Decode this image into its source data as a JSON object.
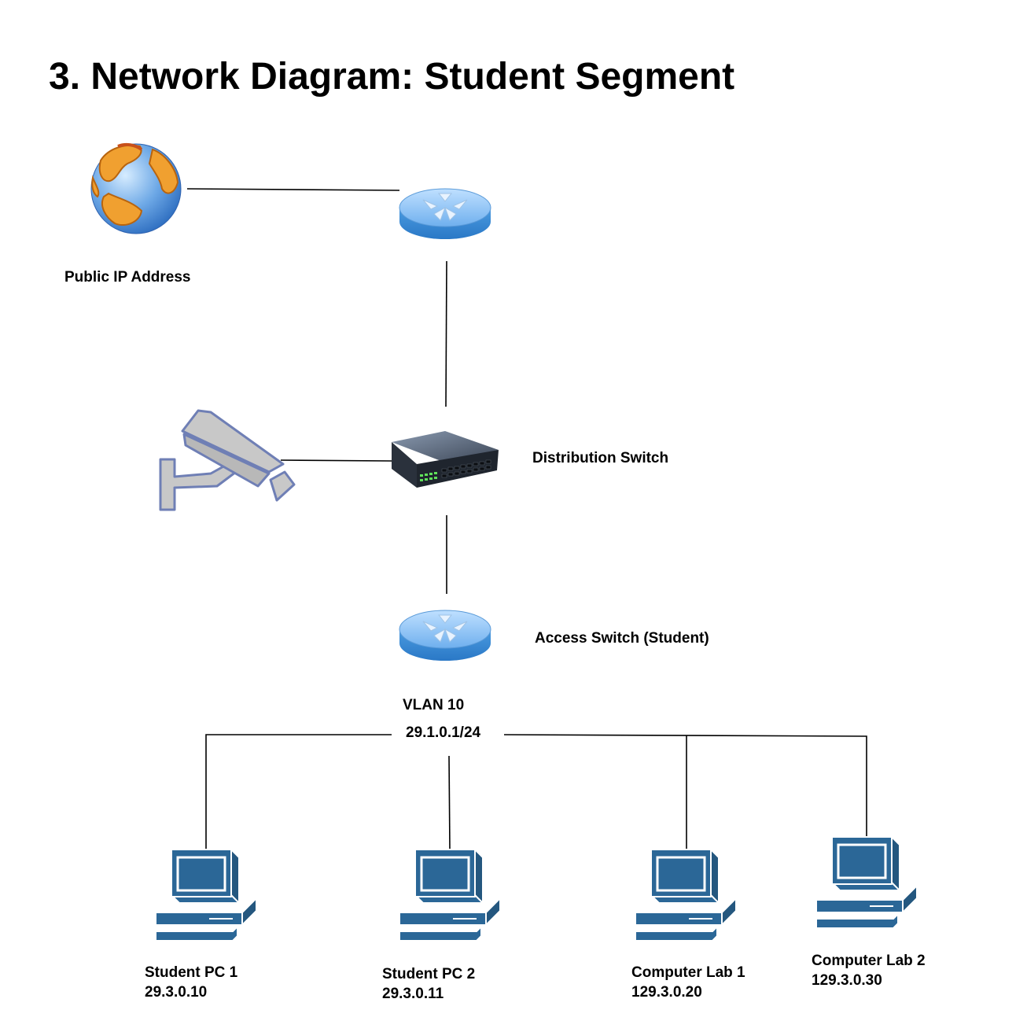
{
  "title": "3. Network Diagram: Student Segment",
  "nodes": {
    "internet": {
      "label": "Public IP Address",
      "icon": "globe-icon"
    },
    "router": {
      "icon": "router-icon"
    },
    "camera": {
      "icon": "security-camera-icon"
    },
    "distribution_switch": {
      "label": "Distribution Switch",
      "icon": "switch-icon"
    },
    "access_switch": {
      "label": "Access Switch (Student)",
      "vlan": "VLAN 10",
      "subnet": "29.1.0.1/24",
      "icon": "router-icon"
    },
    "pcs": [
      {
        "name": "Student PC 1",
        "ip": "29.3.0.10",
        "icon": "desktop-computer-icon"
      },
      {
        "name": "Student PC 2",
        "ip": "29.3.0.11",
        "icon": "desktop-computer-icon"
      },
      {
        "name": "Computer Lab 1",
        "ip": "129.3.0.20",
        "icon": "desktop-computer-icon"
      },
      {
        "name": "Computer Lab 2",
        "ip": "129.3.0.30",
        "icon": "desktop-computer-icon"
      }
    ]
  },
  "colors": {
    "pc_blue": "#2b6797",
    "router_blue": "#3f8fd6",
    "camera_fill": "#c8c8c8",
    "camera_stroke": "#6f7fb5",
    "line": "#000000"
  }
}
